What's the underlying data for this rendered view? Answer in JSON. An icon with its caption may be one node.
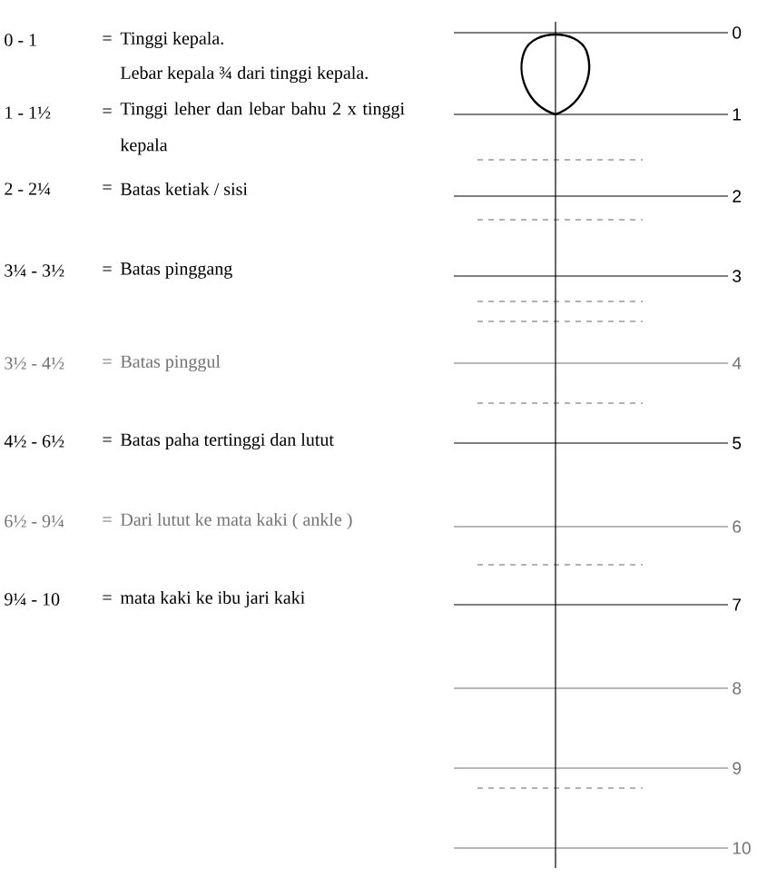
{
  "diagram": {
    "labels": [
      "0 - 1",
      "=",
      "Tinggi kepala.",
      "Lebar kepala ¾ dari tinggi kepala.",
      "1 - 1½",
      "=",
      "Tinggi leher dan lebar bahu 2 x tinggi kepala",
      "2 - 2¼",
      "=",
      "Batas ketiak / sisi",
      "3¼ - 3½",
      "=",
      "Batas pinggang",
      "3½ - 4½",
      "=",
      "Batas pinggul",
      "4½ - 6½",
      "=",
      "Batas paha tertinggi dan lutut",
      "6½ - 9¼",
      "=",
      "Dari lutut ke mata kaki ( ankle )",
      "9¼ - 10",
      "=",
      "mata kaki ke ibu jari kaki",
      "0",
      "1",
      "2",
      "3",
      "4",
      "5",
      "6",
      "7",
      "8",
      "9",
      "10"
    ]
  }
}
